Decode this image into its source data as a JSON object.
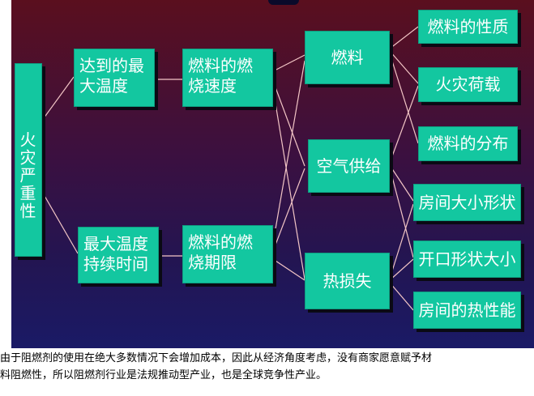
{
  "diagram": {
    "root": "火灾严重性",
    "level1": {
      "max_temp": "达到的最大温度",
      "max_temp_duration": "最大温度持续时间"
    },
    "level2": {
      "burn_rate": "燃料的燃烧速度",
      "burn_period": "燃料的燃烧期限"
    },
    "level3": {
      "fuel": "燃料",
      "air_supply": "空气供给",
      "heat_loss": "热损失"
    },
    "level4": {
      "fuel_nature": "燃料的性质",
      "fire_load": "火灾荷载",
      "fuel_distribution": "燃料的分布",
      "room_size_shape": "房间大小形状",
      "opening_shape_size": "开口形状大小",
      "room_thermal": "房间的热性能"
    },
    "line_color": "#f3c6c6",
    "box_color": "#13c7a0"
  },
  "caption": {
    "line1": "由于阻燃剂的使用在绝大多数情况下会增加成本，因此从经济角度考虑，没有商家愿意赋予材",
    "line2": "料阻燃性，所以阻燃剂行业是法规推动型产业，也是全球竞争性产业。"
  }
}
